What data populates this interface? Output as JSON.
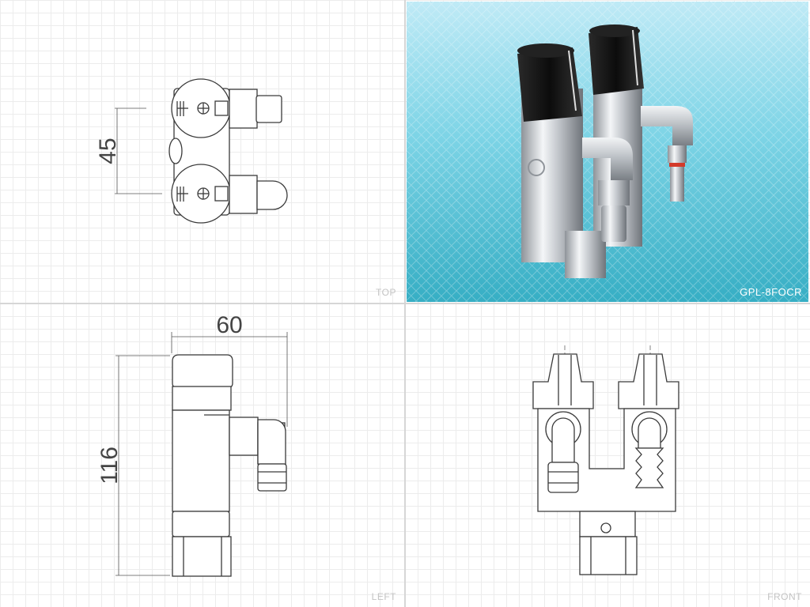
{
  "views": {
    "top": {
      "label": "TOP",
      "dimension": "45"
    },
    "left": {
      "label": "LEFT",
      "width_dimension": "60",
      "height_dimension": "116"
    },
    "front": {
      "label": "FRONT"
    },
    "photo": {
      "model": "GPL-8FOCR"
    }
  },
  "colors": {
    "line": "#3a3a3a",
    "grid": "#ececec",
    "photo_bg_top": "#bfeaf6",
    "photo_bg_bottom": "#36aec4",
    "knob": "#111111",
    "chrome": "#c9ccd0",
    "accent_red": "#d33a2a"
  }
}
